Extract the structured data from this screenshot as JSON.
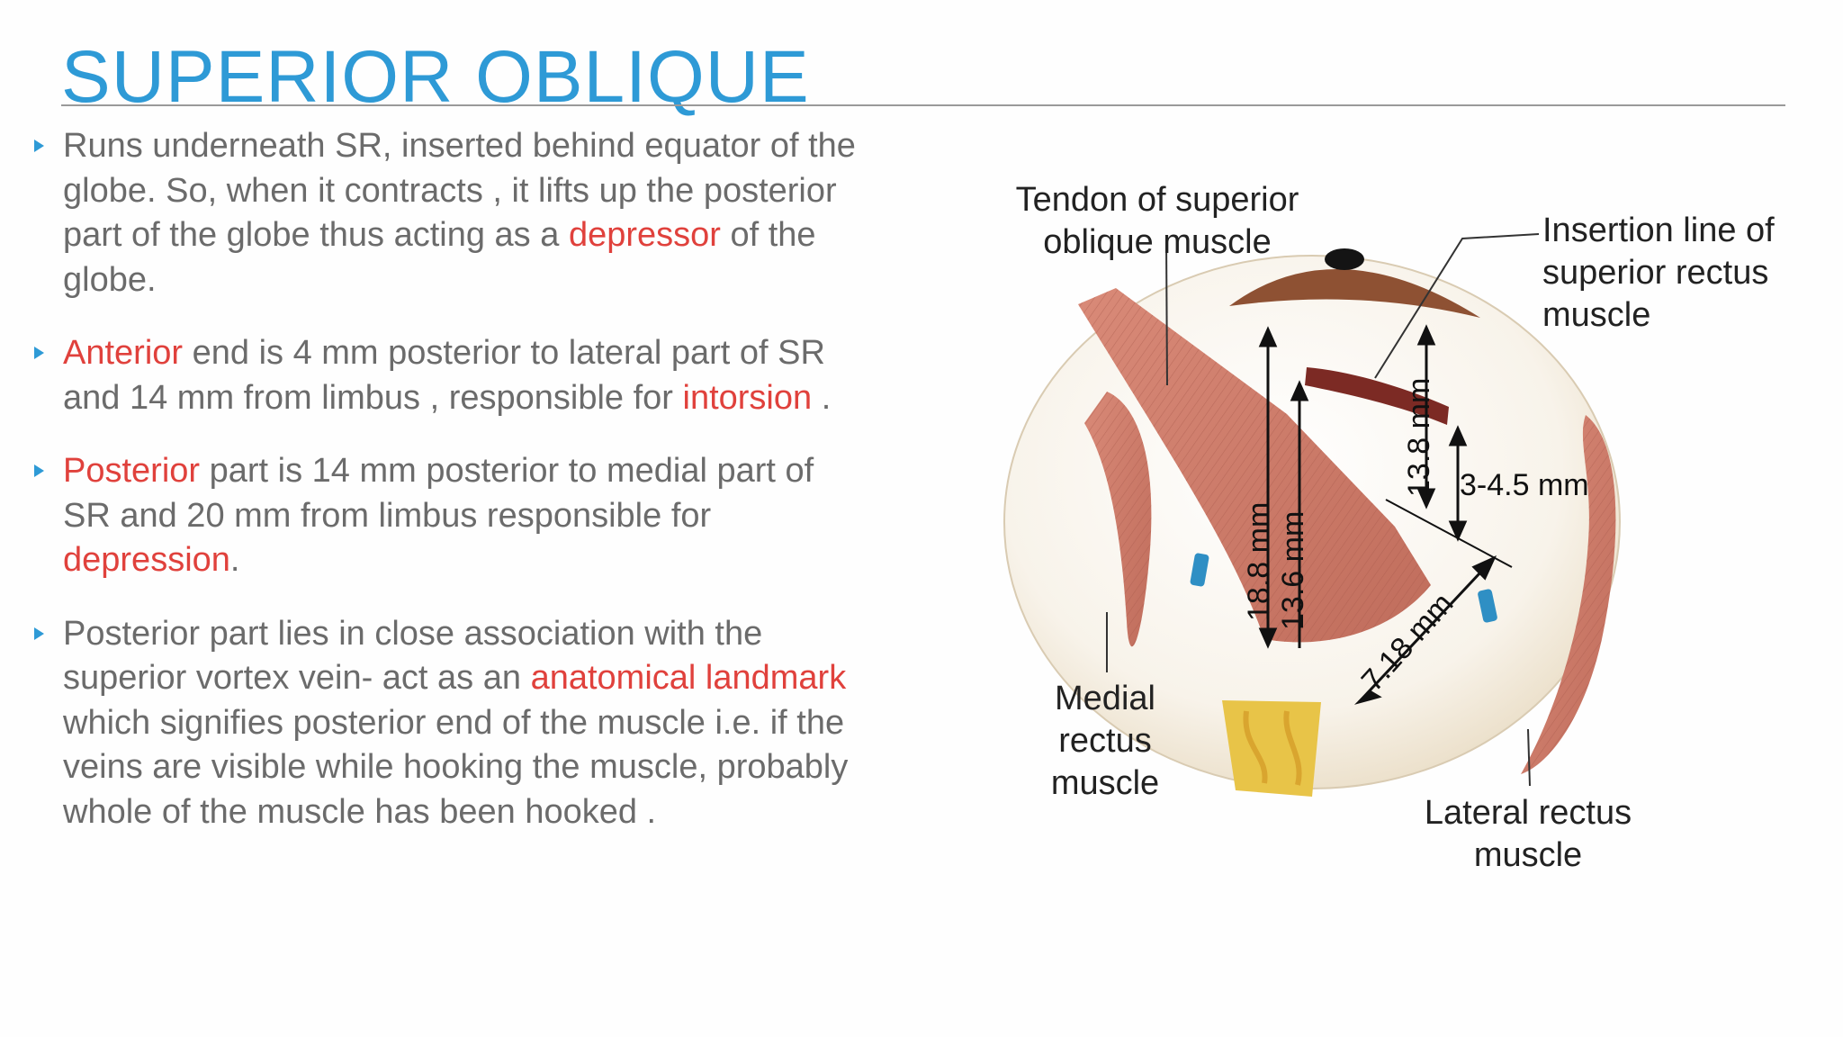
{
  "slide": {
    "title": "SUPERIOR OBLIQUE",
    "accent_color": "#2e9ad6",
    "highlight_color": "#e0413c"
  },
  "bullets": [
    {
      "lines": [
        [
          "Runs underneath SR, inserted behind equator of the"
        ],
        [
          "globe. So, when it contracts , it lifts up the posterior"
        ],
        [
          "part of the globe thus acting as a ",
          "depressor",
          " of the"
        ],
        [
          "globe."
        ]
      ]
    },
    {
      "lines": [
        [
          "",
          "Anterior",
          " end is 4 mm posterior to lateral part of SR"
        ],
        [
          "and 14 mm from limbus , responsible for ",
          "intorsion",
          " ."
        ]
      ]
    },
    {
      "lines": [
        [
          "",
          "Posterior",
          " part is 14 mm posterior to medial part of"
        ],
        [
          "SR and 20 mm from limbus responsible for"
        ],
        [
          "",
          "depression",
          "."
        ]
      ]
    },
    {
      "lines": [
        [
          "Posterior part lies in close association with the"
        ],
        [
          "superior vortex vein- act as an ",
          "anatomical landmark"
        ],
        [
          "which signifies posterior end of the muscle i.e. if the"
        ],
        [
          "veins are visible while hooking the muscle, probably"
        ],
        [
          "whole of the muscle has been hooked ."
        ]
      ]
    }
  ],
  "figure": {
    "labels": {
      "tendon_line1": "Tendon of superior",
      "tendon_line2": "oblique muscle",
      "insertion_line1": "Insertion line of",
      "insertion_line2": "superior rectus",
      "insertion_line3": "muscle",
      "medial_line1": "Medial",
      "medial_line2": "rectus",
      "medial_line3": "muscle",
      "lateral_line1": "Lateral rectus",
      "lateral_line2": "muscle"
    },
    "measurements": {
      "m1": "18.8 mm",
      "m2": "13.6 mm",
      "m3": "13.8 mm",
      "m4": "3-4.5 mm",
      "m5": "7.18 mm"
    }
  }
}
